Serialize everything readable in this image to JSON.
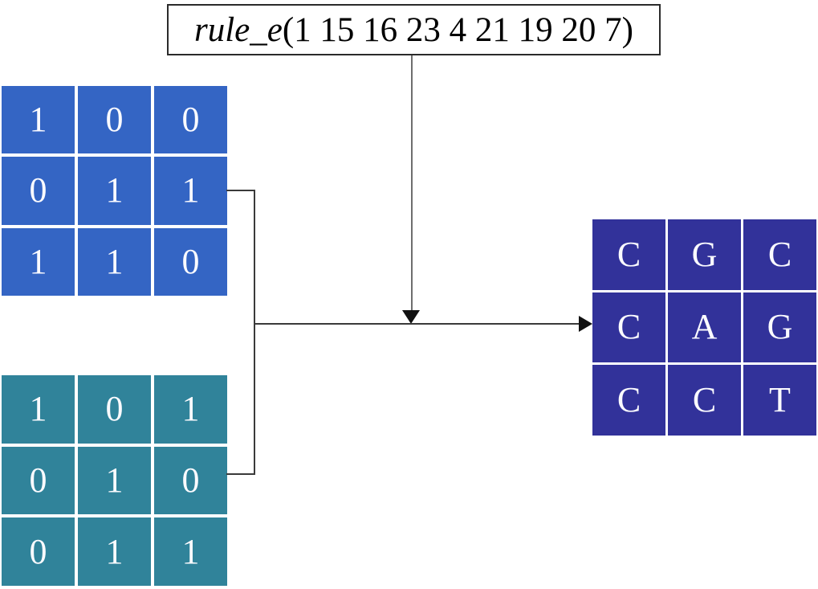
{
  "rule": {
    "name": "rule_e",
    "args": "(1 15 16 23 4 21 19 20 7)"
  },
  "grids": [
    {
      "id": "grid-input-1",
      "name": "input-grid-1",
      "color": "#3465c4",
      "rows": [
        [
          "1",
          "0",
          "0"
        ],
        [
          "0",
          "1",
          "1"
        ],
        [
          "1",
          "1",
          "0"
        ]
      ]
    },
    {
      "id": "grid-input-2",
      "name": "input-grid-2",
      "color": "#30839a",
      "rows": [
        [
          "1",
          "0",
          "1"
        ],
        [
          "0",
          "1",
          "0"
        ],
        [
          "0",
          "1",
          "1"
        ]
      ]
    },
    {
      "id": "grid-output",
      "name": "output-grid",
      "color": "#32329a",
      "rows": [
        [
          "C",
          "G",
          "C"
        ],
        [
          "C",
          "A",
          "G"
        ],
        [
          "C",
          "C",
          "T"
        ]
      ]
    }
  ],
  "connectors": {
    "rule_drop_line_color": "#6e6e6e",
    "bracket_line_color": "#3a3a3a",
    "arrow_line_color": "#3a3a3a",
    "arrowhead_color": "#111111"
  },
  "colors": {
    "background": "#ffffff",
    "box_border": "#2b2b2b",
    "cell_text": "#fbfbff"
  }
}
